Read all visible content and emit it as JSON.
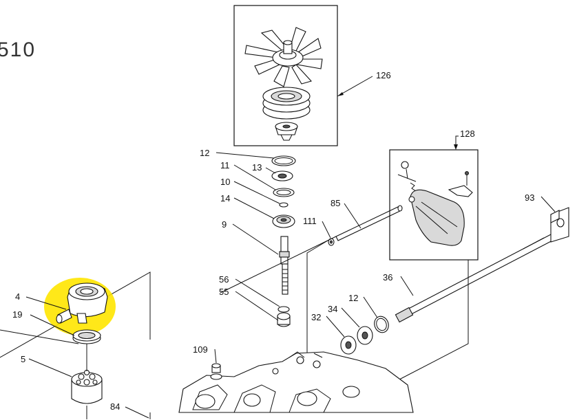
{
  "diagram": {
    "title_fragment": "510",
    "highlight_color": "#ffe600",
    "callouts": {
      "c126": "126",
      "c128": "128",
      "c12a": "12",
      "c13": "13",
      "c11": "11",
      "c10": "10",
      "c14": "14",
      "c9": "9",
      "c85": "85",
      "c111": "111",
      "c93": "93",
      "c56": "56",
      "c55": "55",
      "c36": "36",
      "c12b": "12",
      "c34": "34",
      "c32": "32",
      "c4": "4",
      "c19": "19",
      "c5": "5",
      "c109": "109",
      "c84": "84"
    }
  }
}
